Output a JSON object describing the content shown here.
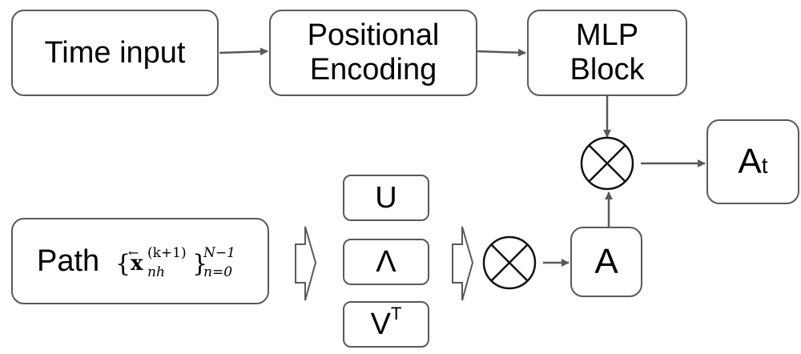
{
  "nodes": {
    "time_input": "Time input",
    "positional_encoding": "Positional\nEncoding",
    "mlp_block": "MLP\nBlock",
    "at": {
      "main": "A",
      "sub": "t"
    },
    "u": "U",
    "lambda": "Λ",
    "vt": {
      "main": "V",
      "sup": "T"
    },
    "a": "A",
    "path": {
      "label": "Path",
      "math_lbrace": "{",
      "math_rbrace": "}",
      "math_sup": "(k+1)",
      "math_sub": "nh",
      "math_upper": "N−1",
      "math_lower": "n=0",
      "math_var": "x",
      "math_arrow": "←"
    }
  },
  "operators": {
    "multiply_symbol": "⊗"
  }
}
